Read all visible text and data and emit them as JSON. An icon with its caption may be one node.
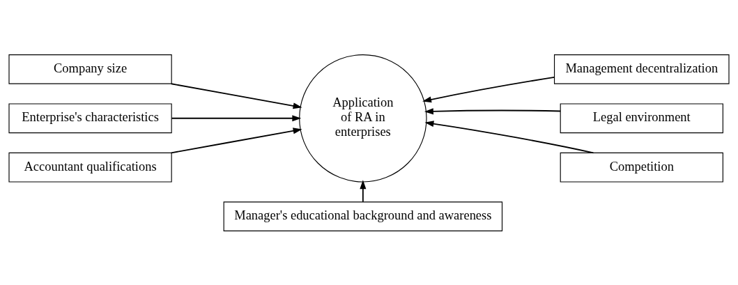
{
  "diagram": {
    "nodes": [
      {
        "text": [
          "Company size"
        ]
      },
      {
        "text": [
          "Application of RA in enterprises"
        ]
      },
      {
        "text": [
          "Management decentralization"
        ]
      },
      {
        "text": [
          "Enterprise's characteristics"
        ]
      },
      {
        "text": [
          "Legal environment"
        ]
      },
      {
        "text": [
          "Accountant qualifications"
        ]
      },
      {
        "text": [
          "Competition"
        ]
      },
      {
        "text": [
          "Manager's educational background and awareness"
        ]
      }
    ],
    "edges": [
      {
        "from": 0,
        "to": 1,
        "arrow": "to"
      },
      {
        "from": 2,
        "to": 1,
        "arrow": "to"
      },
      {
        "from": 3,
        "to": 1,
        "arrow": "to"
      },
      {
        "from": 4,
        "to": 1,
        "arrow": "to"
      },
      {
        "from": 5,
        "to": 1,
        "arrow": "to"
      },
      {
        "from": 6,
        "to": 1,
        "arrow": "to"
      },
      {
        "from": 7,
        "to": 1,
        "arrow": "to"
      }
    ]
  }
}
